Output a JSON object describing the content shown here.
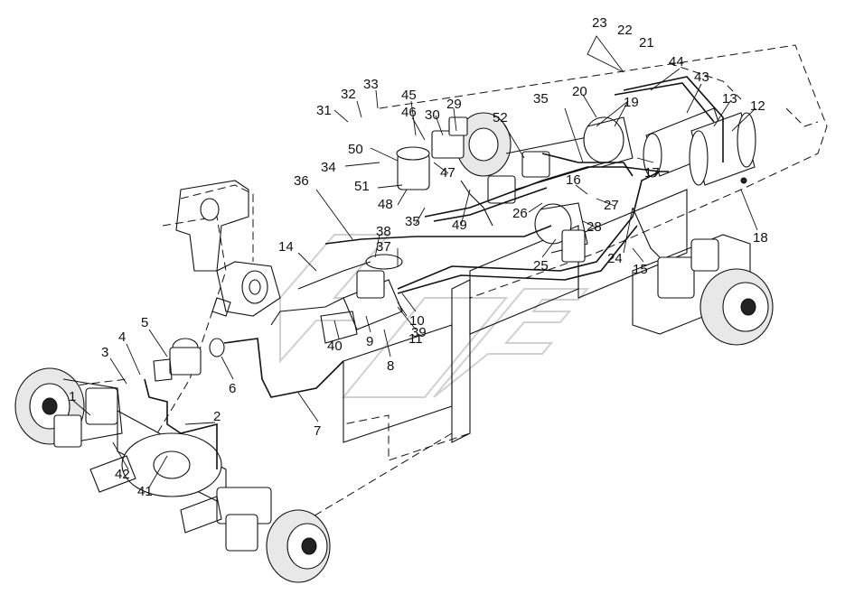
{
  "callouts": [
    "1",
    "2",
    "3",
    "4",
    "5",
    "6",
    "7",
    "8",
    "9",
    "10",
    "11",
    "12",
    "13",
    "14",
    "15",
    "16",
    "17",
    "18",
    "19",
    "20",
    "21",
    "22",
    "23",
    "24",
    "25",
    "26",
    "27",
    "28",
    "29",
    "30",
    "31",
    "32",
    "33",
    "34",
    "35",
    "35",
    "36",
    "37",
    "38",
    "39",
    "40",
    "41",
    "42",
    "43",
    "44",
    "45",
    "46",
    "47",
    "48",
    "49",
    "50",
    "51",
    "52"
  ],
  "watermark": "fr"
}
